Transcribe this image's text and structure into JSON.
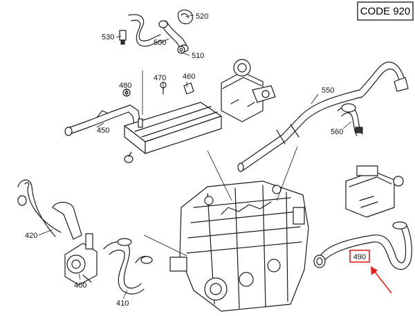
{
  "code_label": "CODE 920",
  "callouts": {
    "p520": "520",
    "p530": "530",
    "p500": "500",
    "p510": "510",
    "p480": "480",
    "p470": "470",
    "p460": "460",
    "p450": "450",
    "p550": "550",
    "p560": "560",
    "p420": "420",
    "p400": "400",
    "p410": "410",
    "p490": "490"
  },
  "colors": {
    "highlight": "#e0201b",
    "line": "#1a1a1a",
    "background": "#ffffff"
  }
}
